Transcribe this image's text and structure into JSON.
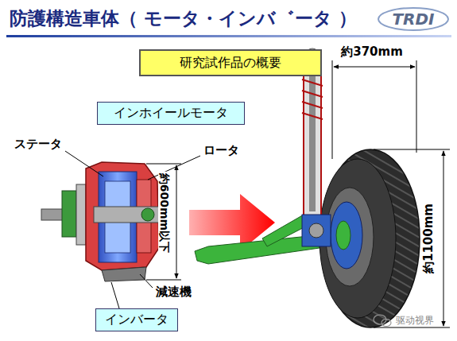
{
  "diagram": {
    "title": "防護構造車体（ モータ・インバ゛ータ ）",
    "nodes": [
      {
        "text": [
          "研究試作品の概要"
        ]
      },
      {
        "text": [
          "インホイールモータ"
        ]
      },
      {
        "text": [
          "インバータ"
        ]
      }
    ],
    "labels": [
      "TRDI",
      "ステータ",
      "ロータ",
      "約600mm以下",
      "減速機",
      "約370mm",
      "約1100mm",
      "驱动视界"
    ]
  }
}
